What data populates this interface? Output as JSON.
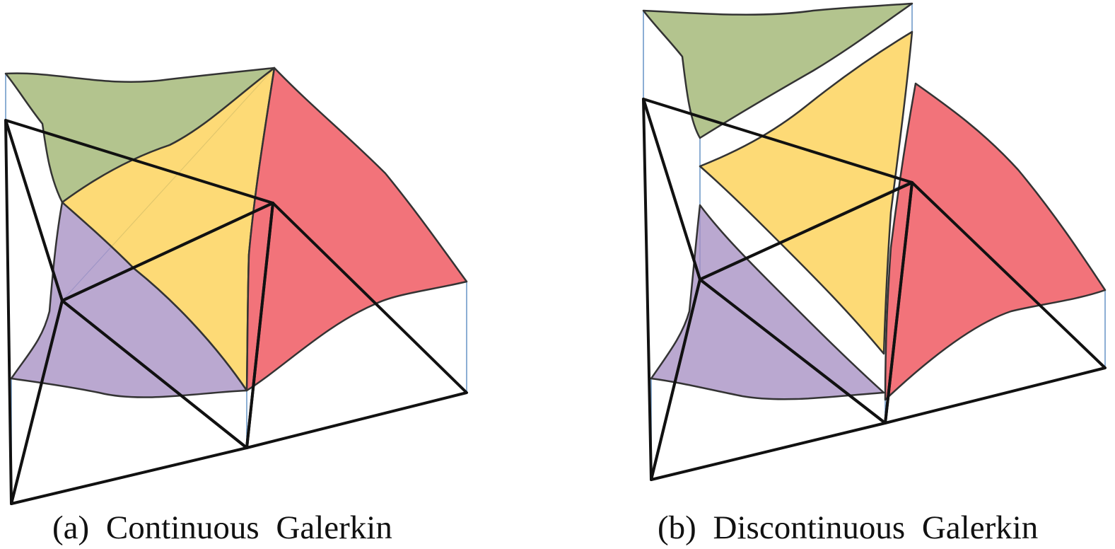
{
  "panels": [
    {
      "id": "a",
      "caption": "(a) Continuous Galerkin"
    },
    {
      "id": "b",
      "caption": "(b) Discontinuous Galerkin"
    }
  ],
  "colors": {
    "green_element": "#9db36e",
    "yellow_element": "#fdd04f",
    "red_element": "#ee4c55",
    "purple_element": "#a690c3",
    "mesh_lines": "#111111",
    "vertical_posts": "#7fa6cf"
  }
}
